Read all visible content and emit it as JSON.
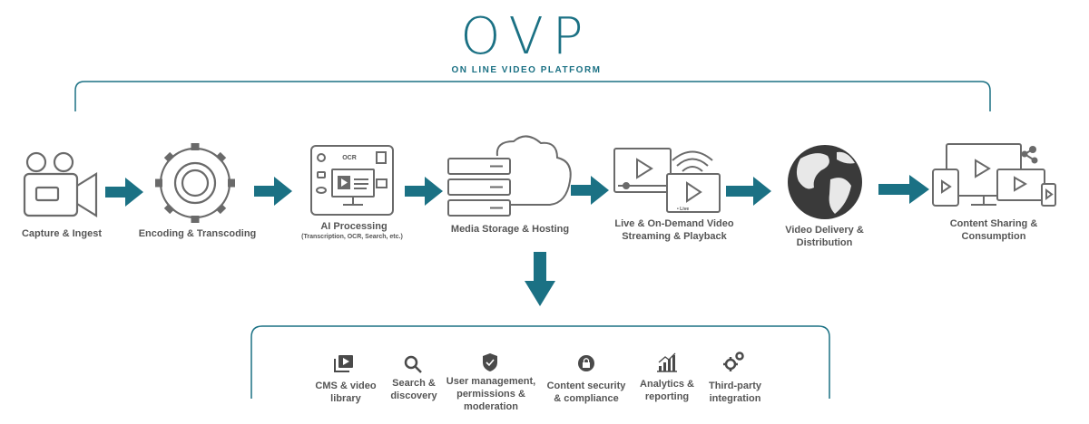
{
  "logo": {
    "title": "OVP",
    "subtitle": "ON LINE VIDEO PLATFORM"
  },
  "stages": [
    {
      "label": "Capture & Ingest",
      "icon": "video-camera-icon"
    },
    {
      "label": "Encoding & Transcoding",
      "icon": "gear-icon"
    },
    {
      "label": "AI Processing",
      "sublabel": "(Transcription, OCR, Search, etc.)",
      "icon": "ai-monitor-icon",
      "badge": "OCR"
    },
    {
      "label": "Media Storage & Hosting",
      "icon": "server-cloud-icon"
    },
    {
      "label": "Live & On-Demand Video Streaming & Playback",
      "icon": "streaming-player-icon",
      "badge": "• Live"
    },
    {
      "label": "Video Delivery & Distribution",
      "icon": "globe-icon"
    },
    {
      "label": "Content Sharing & Consumption",
      "icon": "multi-device-icon"
    }
  ],
  "features": [
    {
      "label": "CMS & video library",
      "icon": "video-library-icon"
    },
    {
      "label": "Search & discovery",
      "icon": "magnifier-icon"
    },
    {
      "label": "User management, permissions & moderation",
      "icon": "shield-check-icon"
    },
    {
      "label": "Content security & compliance",
      "icon": "lock-icon"
    },
    {
      "label": "Analytics & reporting",
      "icon": "bar-chart-icon"
    },
    {
      "label": "Third-party integration",
      "icon": "gears-icon"
    }
  ],
  "colors": {
    "accent": "#1b7184",
    "icon_stroke": "#6a6a6a",
    "text": "#555555"
  }
}
